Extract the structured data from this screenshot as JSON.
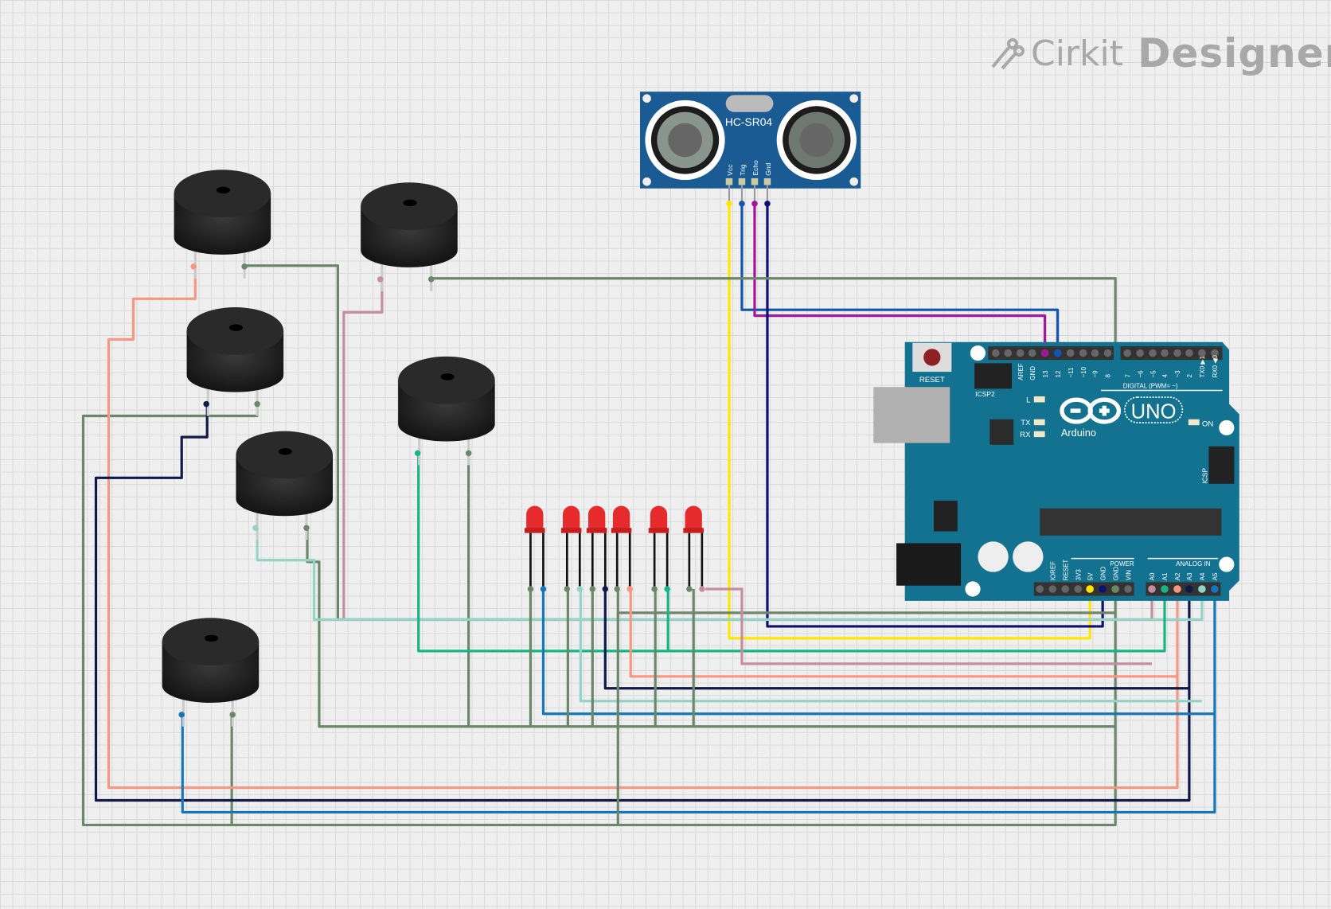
{
  "logo": {
    "part1": "Cirkit",
    "part2": "Designer"
  },
  "sensor": {
    "name": "HC-SR04",
    "pins": [
      "Vcc",
      "Trig",
      "Echo",
      "Gnd"
    ]
  },
  "arduino": {
    "brand": "Arduino",
    "model": "UNO",
    "reset_label": "RESET",
    "icsp2_label": "ICSP2",
    "icsp_label": "ICSP",
    "digital_label": "DIGITAL (PWM= ~)",
    "power_label": "POWER",
    "analog_label": "ANALOG IN",
    "led_labels": [
      "L",
      "TX",
      "RX",
      "ON"
    ],
    "digital_pins": [
      "AREF",
      "GND",
      "13",
      "12",
      "~11",
      "~10",
      "~9",
      "8",
      "7",
      "~6",
      "~5",
      "4",
      "~3",
      "2",
      "TX0 ▶1",
      "RX0 ◀0"
    ],
    "power_pins": [
      "IOREF",
      "RESET",
      "3V3",
      "5V",
      "GND",
      "GND",
      "VIN"
    ],
    "analog_pins": [
      "A0",
      "A1",
      "A2",
      "A3",
      "A4",
      "A5"
    ]
  },
  "colors": {
    "board_blue": "#13728f",
    "sensor_blue": "#1a5b93",
    "wire_yellow": "#ffe600",
    "wire_blue": "#1155b0",
    "wire_magenta": "#a0179a",
    "wire_navy": "#0d1170",
    "wire_ground": "#6a8769",
    "wire_salmon": "#f79682",
    "wire_pink": "#c58ea0",
    "wire_teal": "#16b486",
    "wire_lightteal": "#93d3c8",
    "wire_darknavy": "#0f1a48",
    "wire_cyan": "#1577ba"
  }
}
